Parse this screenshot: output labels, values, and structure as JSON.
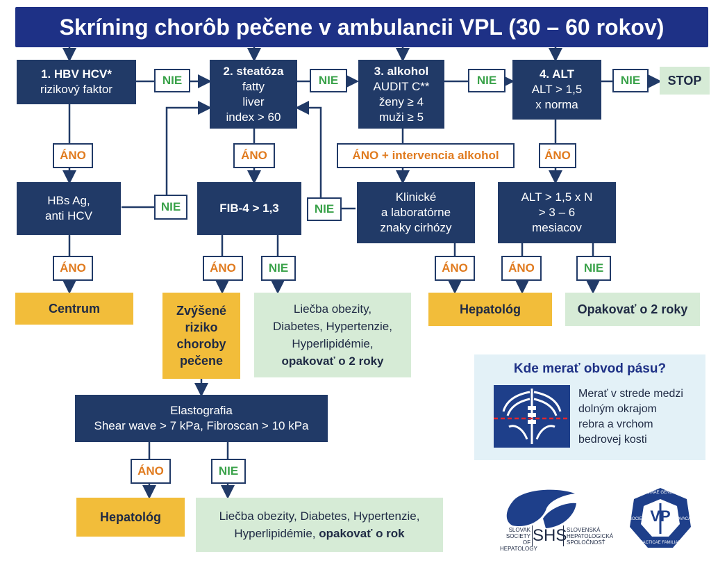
{
  "title": "Skríning chorôb pečene v ambulancii VPL (30 – 60 rokov)",
  "step1": {
    "head": "1. HBV HCV*",
    "sub": "rizikový faktor"
  },
  "step2": {
    "head": "2. steatóza",
    "l1": "fatty",
    "l2": "liver",
    "l3": "index > 60"
  },
  "step3": {
    "head": "3. alkohol",
    "l1": "AUDIT C**",
    "l2": "ženy ≥ 4",
    "l3": "muži ≥ 5"
  },
  "step4": {
    "head": "4. ALT",
    "l1": "ALT > 1,5",
    "l2": "x norma"
  },
  "stop": "STOP",
  "labels": {
    "nie": "NIE",
    "ano": "ÁNO",
    "ano_alkohol": "ÁNO + intervencia alkohol"
  },
  "hbs": {
    "l1": "HBs Ag,",
    "l2": "anti HCV"
  },
  "fib4": "FIB-4 > 1,3",
  "klinicke": {
    "l1": "Klinické",
    "l2": "a laboratórne",
    "l3": "znaky cirhózy"
  },
  "alt_repeat": {
    "l1": "ALT > 1,5 x N",
    "l2": "> 3 – 6",
    "l3": "mesiacov"
  },
  "centrum": "Centrum",
  "zvysene": {
    "l1": "Zvýšené",
    "l2": "riziko",
    "l3": "choroby",
    "l4": "pečene"
  },
  "liecba1": {
    "l1": "Liečba obezity,",
    "l2": "Diabetes, Hypertenzie,",
    "l3": "Hyperlipidémie,",
    "l4": "opakovať o 2 roky"
  },
  "hepatolog": "Hepatológ",
  "opakovat": "Opakovať o 2 roky",
  "elasto": {
    "l1": "Elastografia",
    "l2": "Shear wave > 7 kPa, Fibroscan > 10 kPa"
  },
  "liecba2": {
    "l1": "Liečba obezity, Diabetes, Hypertenzie,",
    "l2a": "Hyperlipidémie, ",
    "l2b": "opakovať o rok"
  },
  "waist": {
    "title": "Kde merať obvod pásu?",
    "l1": "Merať v strede medzi",
    "l2": "dolným okrajom",
    "l3": "rebra a vrchom",
    "l4": "bedrovej kosti"
  },
  "shs_logo": {
    "left1": "SLOVAK",
    "left2": "SOCIETY OF",
    "left3": "HEPATOLOGY",
    "mid": "SHS",
    "right1": "SLOVENSKÁ",
    "right2": "HEPATOLOGICKÁ",
    "right3": "SPOLOČNOSŤ"
  },
  "vpl_logo": {
    "top": "MEDICINAE GENERALIS",
    "right": "SLOVACA",
    "bottom": "PRACTICAE FAMILIARE",
    "left": "SOCIETAS",
    "center": "VP"
  },
  "colors": {
    "navy": "#213a67",
    "title": "#1e3186",
    "yellow": "#f2bd3a",
    "green": "#d6ebd6",
    "nie": "#3aa24a",
    "ano": "#e07b1f"
  }
}
